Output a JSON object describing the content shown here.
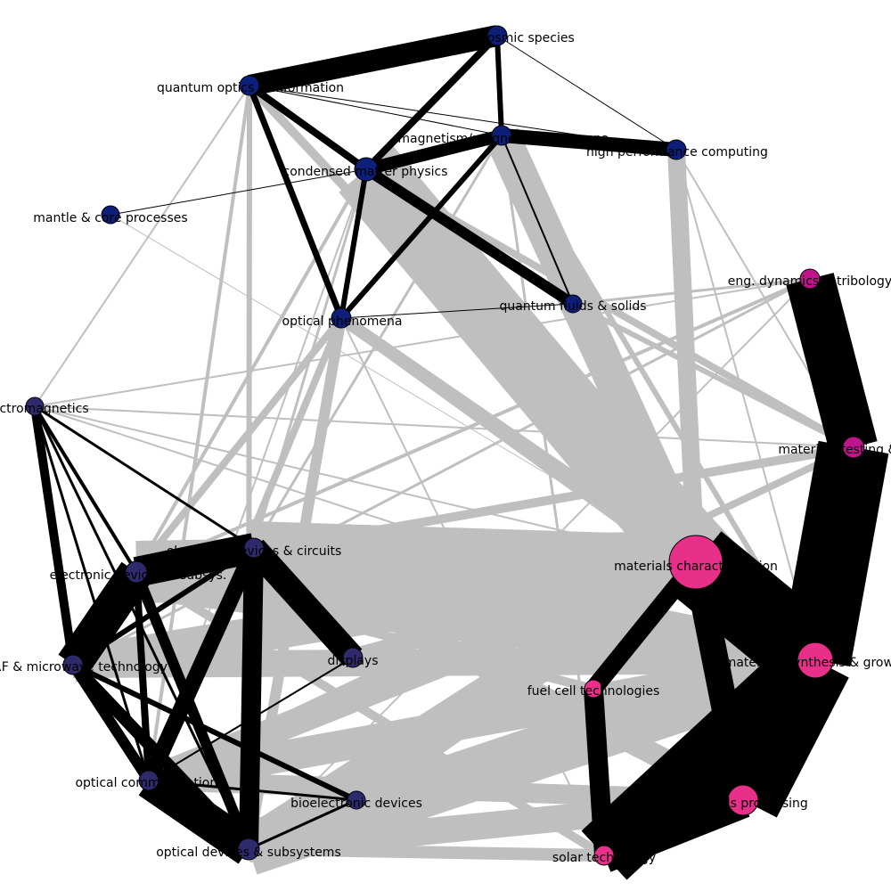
{
  "colors": {
    "navy": "#0e1f7a",
    "indigo": "#2e2a6b",
    "magenta": "#c0148c",
    "pink": "#e8308a",
    "edge_within": "#000000",
    "edge_between": "#bfbfbf"
  },
  "nodes": [
    {
      "id": "cosmic",
      "label": "cosmic species",
      "group": "navy"
    },
    {
      "id": "qoi",
      "label": "quantum optics & information",
      "group": "navy"
    },
    {
      "id": "mag",
      "label": "magnetism/magnetic phenomena",
      "group": "navy"
    },
    {
      "id": "hpc",
      "label": "high performance computing",
      "group": "navy"
    },
    {
      "id": "cmp",
      "label": "condensed matter physics",
      "group": "navy"
    },
    {
      "id": "mantle",
      "label": "mantle & core processes",
      "group": "navy"
    },
    {
      "id": "qfs",
      "label": "quantum fluids & solids",
      "group": "navy"
    },
    {
      "id": "optph",
      "label": "optical phenomena",
      "group": "navy"
    },
    {
      "id": "em",
      "label": "electromagnetics",
      "group": "indigo"
    },
    {
      "id": "eledev",
      "label": "electronic devices & circuits",
      "group": "indigo"
    },
    {
      "id": "elesub",
      "label": "electronic devices & subsys.",
      "group": "indigo"
    },
    {
      "id": "rf",
      "label": "RF & microwave technology",
      "group": "indigo"
    },
    {
      "id": "displays",
      "label": "displays",
      "group": "indigo"
    },
    {
      "id": "optcomm",
      "label": "optical communications",
      "group": "indigo"
    },
    {
      "id": "bioel",
      "label": "bioelectronic devices",
      "group": "indigo"
    },
    {
      "id": "optdev",
      "label": "optical devices & subsystems",
      "group": "indigo"
    },
    {
      "id": "edt",
      "label": "eng. dynamics & tribology",
      "group": "magenta"
    },
    {
      "id": "mtest",
      "label": "materials testing & eng.",
      "group": "magenta"
    },
    {
      "id": "mchar",
      "label": "materials characterisation",
      "group": "pink"
    },
    {
      "id": "msyn",
      "label": "materials synthesis & growth",
      "group": "pink"
    },
    {
      "id": "fuel",
      "label": "fuel cell technologies",
      "group": "pink"
    },
    {
      "id": "mproc",
      "label": "materials processing",
      "group": "pink"
    },
    {
      "id": "solar",
      "label": "solar technology",
      "group": "pink"
    }
  ],
  "edges": [
    {
      "source": "qoi",
      "target": "cosmic",
      "weight": 24,
      "kind": "within"
    },
    {
      "source": "cmp",
      "target": "cosmic",
      "weight": 8,
      "kind": "within"
    },
    {
      "source": "cosmic",
      "target": "mag",
      "weight": 6,
      "kind": "within"
    },
    {
      "source": "cosmic",
      "target": "hpc",
      "weight": 1,
      "kind": "within"
    },
    {
      "source": "qoi",
      "target": "cmp",
      "weight": 8,
      "kind": "within"
    },
    {
      "source": "qoi",
      "target": "optph",
      "weight": 7,
      "kind": "within"
    },
    {
      "source": "qoi",
      "target": "mag",
      "weight": 1,
      "kind": "within"
    },
    {
      "source": "qoi",
      "target": "hpc",
      "weight": 1,
      "kind": "within"
    },
    {
      "source": "cmp",
      "target": "mag",
      "weight": 14,
      "kind": "within"
    },
    {
      "source": "cmp",
      "target": "qfs",
      "weight": 12,
      "kind": "within"
    },
    {
      "source": "cmp",
      "target": "optph",
      "weight": 6,
      "kind": "within"
    },
    {
      "source": "cmp",
      "target": "mantle",
      "weight": 1,
      "kind": "within"
    },
    {
      "source": "mag",
      "target": "hpc",
      "weight": 16,
      "kind": "within"
    },
    {
      "source": "mag",
      "target": "qfs",
      "weight": 2,
      "kind": "within"
    },
    {
      "source": "mag",
      "target": "optph",
      "weight": 6,
      "kind": "within"
    },
    {
      "source": "optph",
      "target": "qfs",
      "weight": 1,
      "kind": "within"
    },
    {
      "source": "em",
      "target": "rf",
      "weight": 10,
      "kind": "within"
    },
    {
      "source": "em",
      "target": "elesub",
      "weight": 4,
      "kind": "within"
    },
    {
      "source": "em",
      "target": "eledev",
      "weight": 3,
      "kind": "within"
    },
    {
      "source": "em",
      "target": "optcomm",
      "weight": 3,
      "kind": "within"
    },
    {
      "source": "em",
      "target": "optdev",
      "weight": 3,
      "kind": "within"
    },
    {
      "source": "elesub",
      "target": "eledev",
      "weight": 34,
      "kind": "within"
    },
    {
      "source": "elesub",
      "target": "rf",
      "weight": 40,
      "kind": "within"
    },
    {
      "source": "elesub",
      "target": "optcomm",
      "weight": 8,
      "kind": "within"
    },
    {
      "source": "elesub",
      "target": "optdev",
      "weight": 12,
      "kind": "within"
    },
    {
      "source": "rf",
      "target": "eledev",
      "weight": 6,
      "kind": "within"
    },
    {
      "source": "rf",
      "target": "optcomm",
      "weight": 12,
      "kind": "within"
    },
    {
      "source": "rf",
      "target": "optdev",
      "weight": 14,
      "kind": "within"
    },
    {
      "source": "rf",
      "target": "bioel",
      "weight": 6,
      "kind": "within"
    },
    {
      "source": "eledev",
      "target": "optcomm",
      "weight": 18,
      "kind": "within"
    },
    {
      "source": "eledev",
      "target": "optdev",
      "weight": 22,
      "kind": "within"
    },
    {
      "source": "optcomm",
      "target": "optdev",
      "weight": 40,
      "kind": "within"
    },
    {
      "source": "optcomm",
      "target": "bioel",
      "weight": 3,
      "kind": "within"
    },
    {
      "source": "optdev",
      "target": "bioel",
      "weight": 3,
      "kind": "within"
    },
    {
      "source": "displays",
      "target": "optcomm",
      "weight": 2,
      "kind": "within"
    },
    {
      "source": "displays",
      "target": "eledev",
      "weight": 28,
      "kind": "within"
    },
    {
      "source": "edt",
      "target": "mtest",
      "weight": 55,
      "kind": "within"
    },
    {
      "source": "mtest",
      "target": "msyn",
      "weight": 80,
      "kind": "within"
    },
    {
      "source": "mchar",
      "target": "msyn",
      "weight": 90,
      "kind": "within"
    },
    {
      "source": "mchar",
      "target": "mproc",
      "weight": 30,
      "kind": "within"
    },
    {
      "source": "msyn",
      "target": "mproc",
      "weight": 85,
      "kind": "within"
    },
    {
      "source": "msyn",
      "target": "solar",
      "weight": 75,
      "kind": "within"
    },
    {
      "source": "mchar",
      "target": "fuel",
      "weight": 20,
      "kind": "within"
    },
    {
      "source": "mproc",
      "target": "solar",
      "weight": 40,
      "kind": "within"
    },
    {
      "source": "mtest",
      "target": "mproc",
      "weight": 35,
      "kind": "within"
    },
    {
      "source": "fuel",
      "target": "solar",
      "weight": 22,
      "kind": "within"
    },
    {
      "source": "cmp",
      "target": "mchar",
      "weight": 80,
      "kind": "between"
    },
    {
      "source": "mag",
      "target": "mchar",
      "weight": 40,
      "kind": "between"
    },
    {
      "source": "hpc",
      "target": "mchar",
      "weight": 20,
      "kind": "between"
    },
    {
      "source": "cmp",
      "target": "msyn",
      "weight": 45,
      "kind": "between"
    },
    {
      "source": "qfs",
      "target": "mchar",
      "weight": 30,
      "kind": "between"
    },
    {
      "source": "optph",
      "target": "mchar",
      "weight": 14,
      "kind": "between"
    },
    {
      "source": "optph",
      "target": "optdev",
      "weight": 12,
      "kind": "between"
    },
    {
      "source": "optph",
      "target": "optcomm",
      "weight": 8,
      "kind": "between"
    },
    {
      "source": "optph",
      "target": "elesub",
      "weight": 8,
      "kind": "between"
    },
    {
      "source": "qoi",
      "target": "optdev",
      "weight": 6,
      "kind": "between"
    },
    {
      "source": "qoi",
      "target": "optcomm",
      "weight": 4,
      "kind": "between"
    },
    {
      "source": "cmp",
      "target": "elesub",
      "weight": 4,
      "kind": "between"
    },
    {
      "source": "cmp",
      "target": "eledev",
      "weight": 3,
      "kind": "between"
    },
    {
      "source": "mag",
      "target": "eledev",
      "weight": 3,
      "kind": "between"
    },
    {
      "source": "em",
      "target": "qoi",
      "weight": 2,
      "kind": "between"
    },
    {
      "source": "em",
      "target": "edt",
      "weight": 2,
      "kind": "between"
    },
    {
      "source": "em",
      "target": "mtest",
      "weight": 2,
      "kind": "between"
    },
    {
      "source": "em",
      "target": "mchar",
      "weight": 2,
      "kind": "between"
    },
    {
      "source": "em",
      "target": "msyn",
      "weight": 2,
      "kind": "between"
    },
    {
      "source": "edt",
      "target": "elesub",
      "weight": 4,
      "kind": "between"
    },
    {
      "source": "edt",
      "target": "rf",
      "weight": 3,
      "kind": "between"
    },
    {
      "source": "mtest",
      "target": "elesub",
      "weight": 10,
      "kind": "between"
    },
    {
      "source": "mtest",
      "target": "cmp",
      "weight": 8,
      "kind": "between"
    },
    {
      "source": "mchar",
      "target": "elesub",
      "weight": 70,
      "kind": "between"
    },
    {
      "source": "mchar",
      "target": "eledev",
      "weight": 60,
      "kind": "between"
    },
    {
      "source": "mchar",
      "target": "rf",
      "weight": 40,
      "kind": "between"
    },
    {
      "source": "mchar",
      "target": "optcomm",
      "weight": 30,
      "kind": "between"
    },
    {
      "source": "mchar",
      "target": "optdev",
      "weight": 45,
      "kind": "between"
    },
    {
      "source": "mchar",
      "target": "displays",
      "weight": 20,
      "kind": "between"
    },
    {
      "source": "mchar",
      "target": "bioel",
      "weight": 25,
      "kind": "between"
    },
    {
      "source": "msyn",
      "target": "elesub",
      "weight": 60,
      "kind": "between"
    },
    {
      "source": "msyn",
      "target": "eledev",
      "weight": 45,
      "kind": "between"
    },
    {
      "source": "msyn",
      "target": "optdev",
      "weight": 60,
      "kind": "between"
    },
    {
      "source": "msyn",
      "target": "optcomm",
      "weight": 35,
      "kind": "between"
    },
    {
      "source": "msyn",
      "target": "rf",
      "weight": 30,
      "kind": "between"
    },
    {
      "source": "msyn",
      "target": "bioel",
      "weight": 20,
      "kind": "between"
    },
    {
      "source": "mproc",
      "target": "optdev",
      "weight": 30,
      "kind": "between"
    },
    {
      "source": "mproc",
      "target": "eledev",
      "weight": 25,
      "kind": "between"
    },
    {
      "source": "mproc",
      "target": "optcomm",
      "weight": 22,
      "kind": "between"
    },
    {
      "source": "solar",
      "target": "optdev",
      "weight": 14,
      "kind": "between"
    },
    {
      "source": "solar",
      "target": "elesub",
      "weight": 10,
      "kind": "between"
    },
    {
      "source": "fuel",
      "target": "optcomm",
      "weight": 12,
      "kind": "between"
    },
    {
      "source": "fuel",
      "target": "elesub",
      "weight": 10,
      "kind": "between"
    },
    {
      "source": "mchar",
      "target": "qoi",
      "weight": 10,
      "kind": "between"
    },
    {
      "source": "msyn",
      "target": "optph",
      "weight": 12,
      "kind": "between"
    },
    {
      "source": "msyn",
      "target": "mag",
      "weight": 6,
      "kind": "between"
    },
    {
      "source": "hpc",
      "target": "mtest",
      "weight": 2,
      "kind": "between"
    },
    {
      "source": "hpc",
      "target": "msyn",
      "weight": 2,
      "kind": "between"
    },
    {
      "source": "qfs",
      "target": "edt",
      "weight": 3,
      "kind": "between"
    },
    {
      "source": "qfs",
      "target": "mtest",
      "weight": 6,
      "kind": "between"
    },
    {
      "source": "mtest",
      "target": "optcomm",
      "weight": 8,
      "kind": "between"
    },
    {
      "source": "edt",
      "target": "optdev",
      "weight": 2,
      "kind": "between"
    },
    {
      "source": "mchar",
      "target": "mantle",
      "weight": 1,
      "kind": "between"
    },
    {
      "source": "cmp",
      "target": "optcomm",
      "weight": 2,
      "kind": "between"
    },
    {
      "source": "optph",
      "target": "solar",
      "weight": 2,
      "kind": "between"
    },
    {
      "source": "mag",
      "target": "solar",
      "weight": 3,
      "kind": "between"
    }
  ]
}
